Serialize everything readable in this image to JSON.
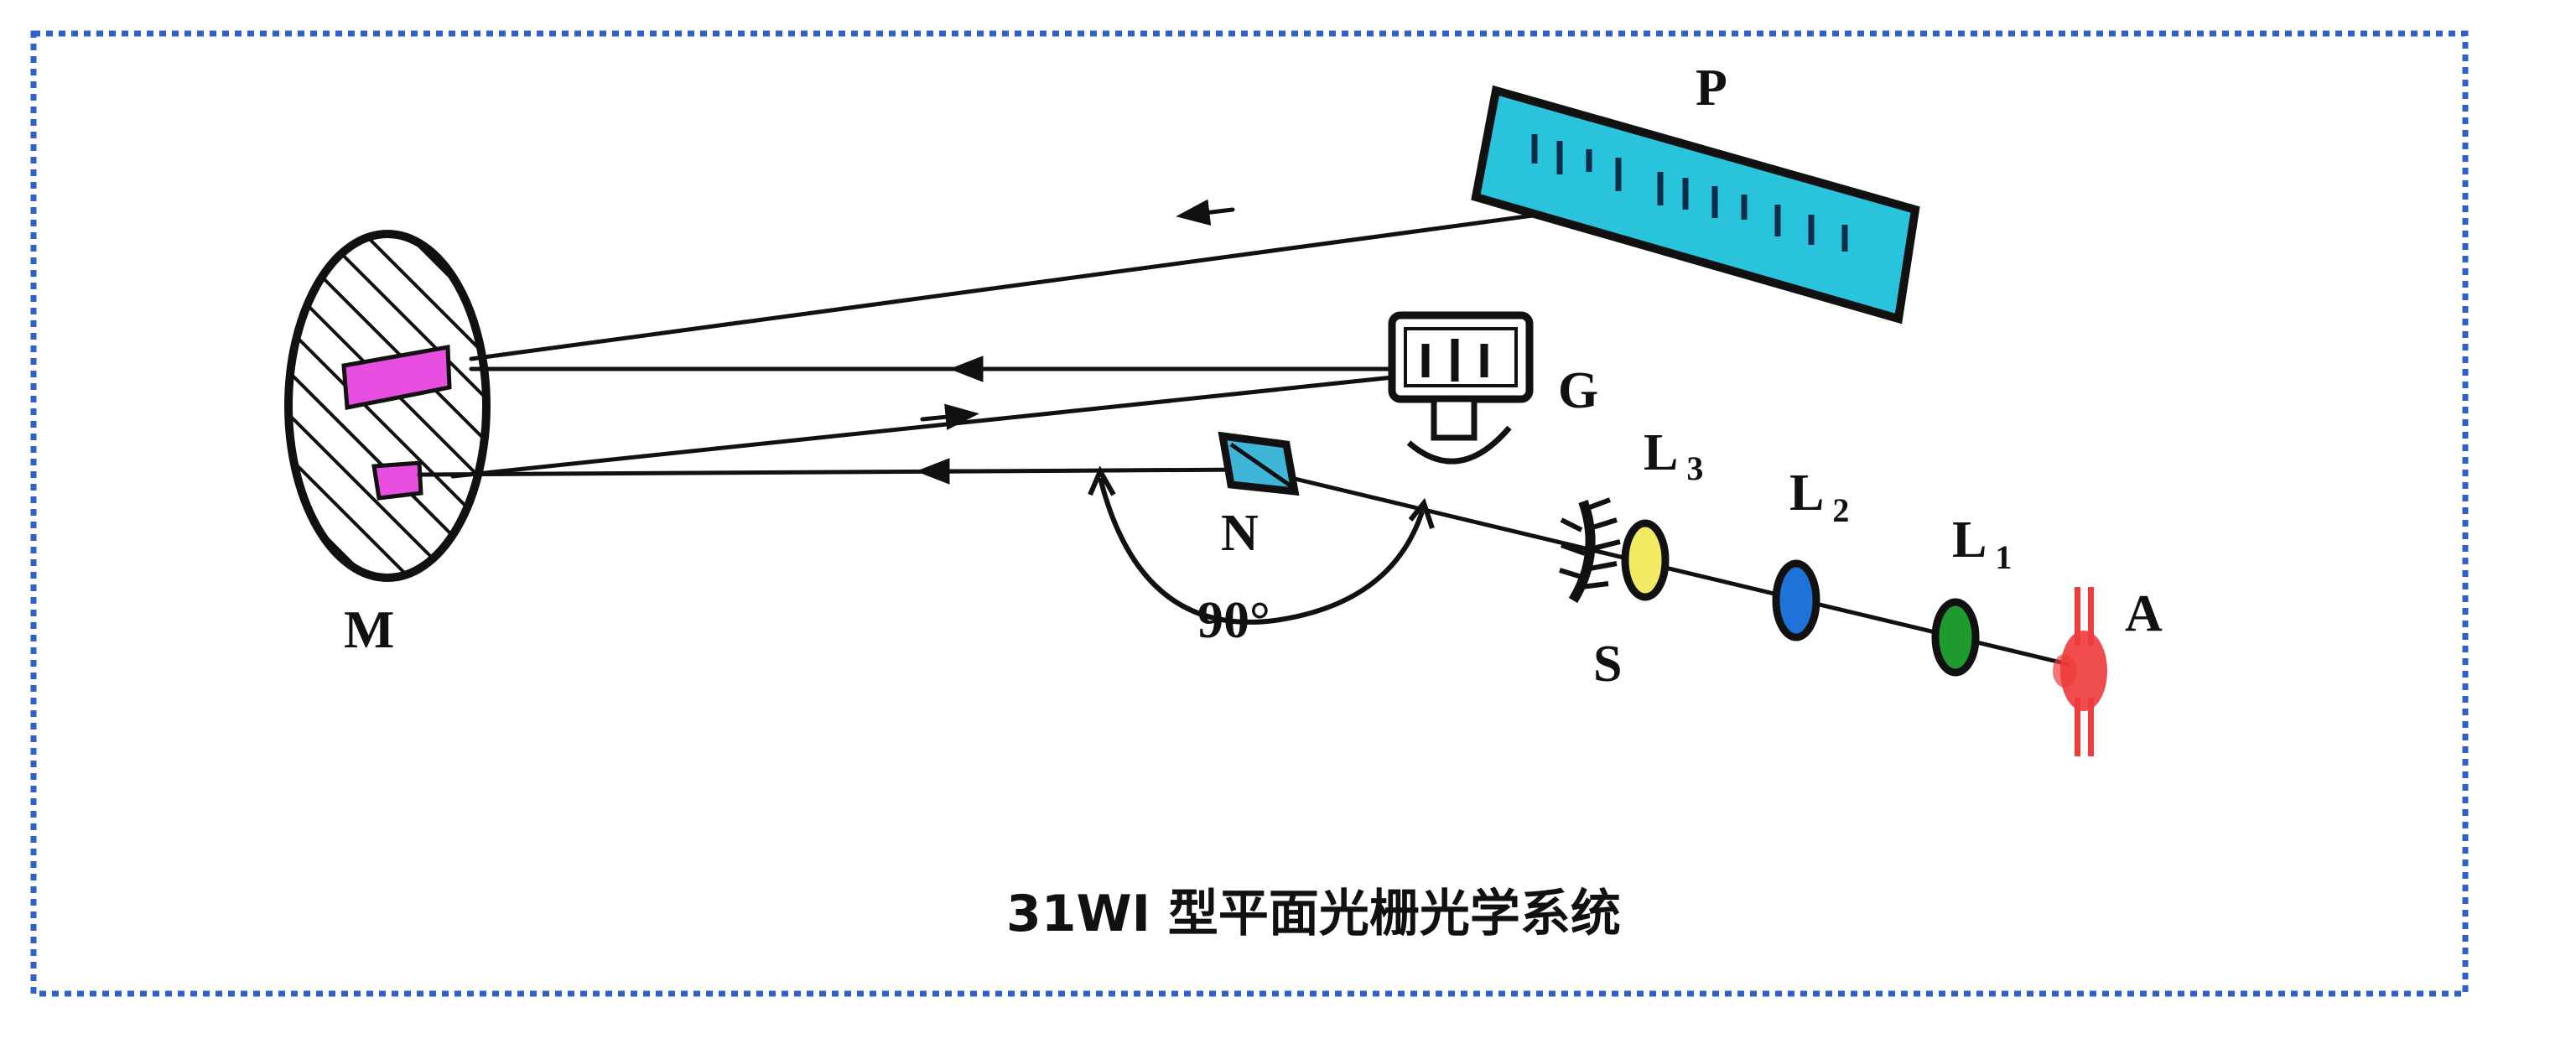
{
  "labels": {
    "P": "P",
    "G": "G",
    "M": "M",
    "N": "N",
    "S": "S",
    "A": "A",
    "L3": {
      "main": "L",
      "sub": "3"
    },
    "L2": {
      "main": "L",
      "sub": "2"
    },
    "L1": {
      "main": "L",
      "sub": "1"
    },
    "angle": "90°"
  },
  "caption": "31WI 型平面光栅光学系统",
  "colors": {
    "frame": "#2f62c8",
    "plate": "#29c3dc",
    "mirror_pad": "#e84ee0",
    "prism": "#3fb6d8",
    "lens_l3": "#f2ea63",
    "lens_l2": "#1f73d8",
    "lens_l1": "#1f9a2e",
    "source": "#ee3b3b"
  },
  "icons": {
    "mirror": "concave-mirror-icon",
    "grating": "grating-icon",
    "plate": "photographic-plate-icon",
    "prism": "reflecting-prism-icon",
    "slit": "slit-icon",
    "source": "arc-source-icon"
  }
}
